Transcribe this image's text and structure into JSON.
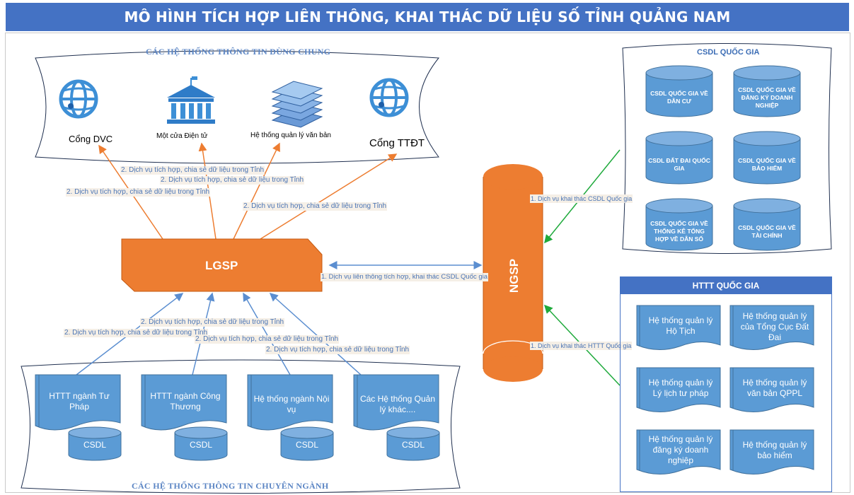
{
  "title": "MÔ HÌNH TÍCH HỢP LIÊN THÔNG, KHAI THÁC DỮ LIỆU SỐ TỈNH QUẢNG NAM",
  "shared_systems": {
    "heading": "CÁC HỆ THỐNG THÔNG TIN DÙNG CHUNG",
    "items": [
      {
        "label": "Cổng DVC",
        "icon": "globe-icon"
      },
      {
        "label": "Một cửa Điện tử",
        "icon": "government-building-icon"
      },
      {
        "label": "Hệ thống quản lý văn bản",
        "icon": "document-stack-icon"
      },
      {
        "label": "Cổng TTĐT",
        "icon": "globe-icon"
      }
    ]
  },
  "lgsp": {
    "label": "LGSP"
  },
  "ngsp": {
    "label": "NGSP"
  },
  "services": {
    "top": [
      "2. Dịch vụ tích hợp, chia sẻ dữ liệu trong Tỉnh",
      "2. Dịch vụ tích hợp, chia sẻ dữ liệu trong Tỉnh",
      "2. Dịch vụ tích hợp, chia sẻ dữ liệu trong Tỉnh",
      "2. Dịch vụ tích hợp, chia sẻ dữ liệu trong Tỉnh"
    ],
    "bottom": [
      "2. Dịch vụ tích hợp, chia sẻ dữ liệu trong Tỉnh",
      "2. Dịch vụ tích hợp, chia sẻ dữ liệu trong Tỉnh",
      "2. Dịch vụ tích hợp, chia sẻ dữ liệu trong Tỉnh",
      "2. Dịch vụ tích hợp, chia sẻ dữ liệu trong Tỉnh"
    ],
    "lgsp_ngsp": "1. Dịch vụ liên thông tích hợp, khai thác CSDL Quốc gia",
    "csdl_ngsp": "1. Dịch vụ khai thác CSDL Quốc gia",
    "httt_ngsp": "1. Dịch vụ khai thác HTTT Quốc gia"
  },
  "csdl_quoc_gia": {
    "heading": "CSDL QUỐC GIA",
    "items": [
      "CSDL QUỐC GIA VỀ DÂN CƯ",
      "CSDL QUỐC GIA VỀ ĐĂNG KÝ DOANH NGHIỆP",
      "CSDL ĐẤT ĐAI QUỐC GIA",
      "CSDL QUỐC GIA VỀ BẢO HIỂM",
      "CSDL QUỐC GIA VỀ THỐNG KÊ TỔNG HỢP VỀ DÂN SỐ",
      "CSDL QUỐC GIA VỀ TÀI CHÍNH"
    ]
  },
  "httt_quoc_gia": {
    "heading": "HTTT QUỐC GIA",
    "items": [
      "Hệ thống quản lý Hộ Tịch",
      "Hệ thống quản lý của Tổng Cục Đất Đai",
      "Hệ thống quản lý Lý lịch tư pháp",
      "Hệ thống quản lý văn bản QPPL",
      "Hệ thống quản lý đăng ký doanh nghiệp",
      "Hệ thống quản lý bảo hiểm"
    ]
  },
  "specialized_systems": {
    "heading": "CÁC HỆ THỐNG THÔNG TIN CHUYÊN NGÀNH",
    "db_label": "CSDL",
    "items": [
      "HTTT ngành Tư Pháp",
      "HTTT ngành Công Thương",
      "Hệ thống ngành Nội vụ",
      "Các Hệ thống Quản lý khác...."
    ]
  },
  "colors": {
    "title_bg": "#4472C4",
    "orange": "#ED7D31",
    "blue_shape": "#5B9BD5",
    "green_arrow": "#1FAA3C",
    "blue_arrow": "#5B8ED0"
  }
}
